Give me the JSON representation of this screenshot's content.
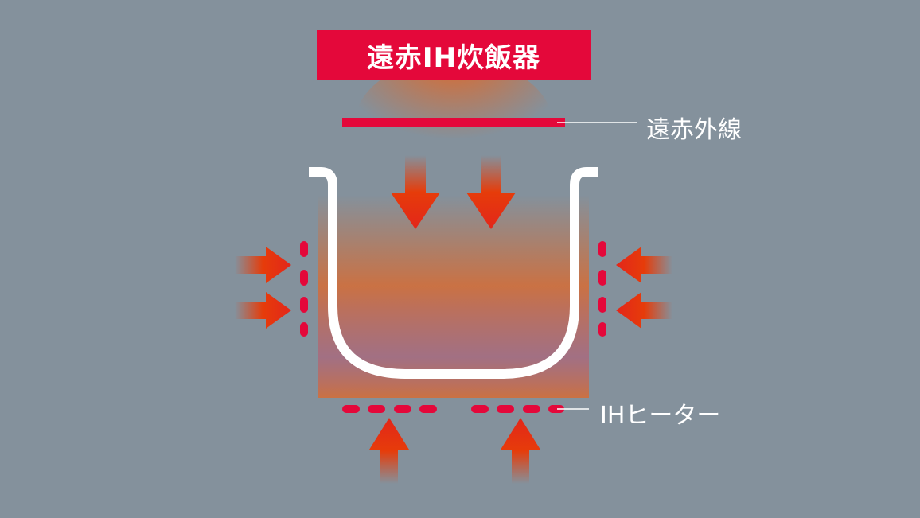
{
  "title": "遠赤IH炊飯器",
  "labels": {
    "far_infrared": "遠赤外線",
    "ih_heater": "IHヒーター"
  },
  "colors": {
    "background": "#84919c",
    "accent_red": "#e4083a",
    "arrow_orange": "#e63c0a",
    "pot": "#ffffff"
  }
}
